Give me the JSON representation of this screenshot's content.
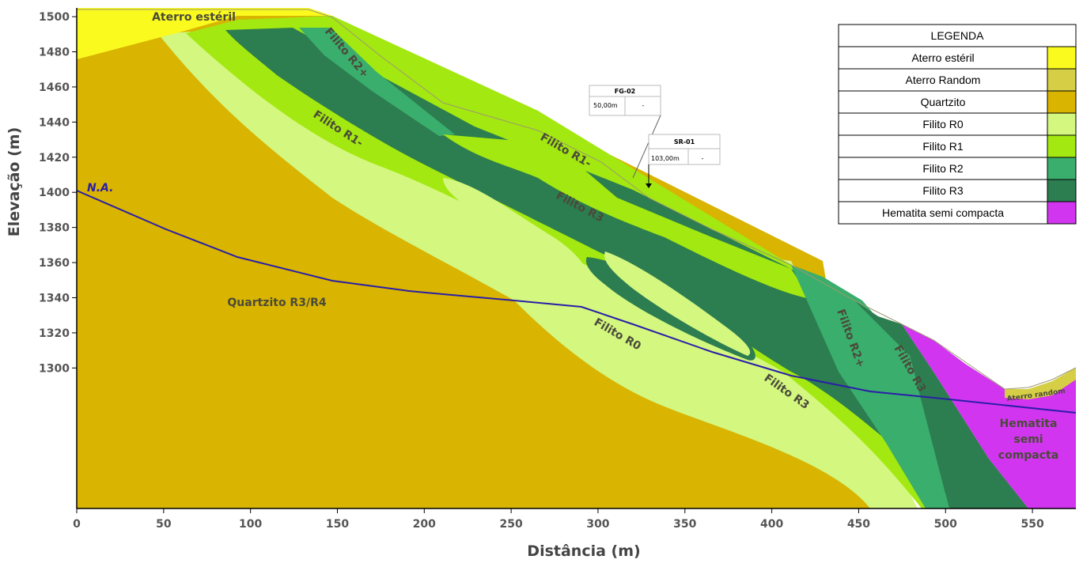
{
  "chart_data": {
    "type": "diagram",
    "title": "",
    "xlabel": "Distância (m)",
    "ylabel": "Elevação (m)",
    "x_ticks": [
      "0",
      "50",
      "100",
      "150",
      "200",
      "250",
      "300",
      "350",
      "400",
      "450",
      "500",
      "550"
    ],
    "y_ticks": [
      "1500",
      "1480",
      "1460",
      "1440",
      "1420",
      "1400",
      "1380",
      "1360",
      "1340",
      "1320",
      "1300"
    ],
    "xlim": [
      0,
      575
    ],
    "ylim": [
      1220,
      1505
    ]
  },
  "water_table": {
    "label": "N.A."
  },
  "unit_labels": [
    {
      "id": "aterro-esteril",
      "text": "Aterro estéril"
    },
    {
      "id": "filito-r2-top",
      "text": "Filito R2+"
    },
    {
      "id": "filito-r1-left",
      "text": "Filito R1-"
    },
    {
      "id": "filito-r1-right",
      "text": "Filito R1-"
    },
    {
      "id": "filito-r3-center",
      "text": "Filito  R3"
    },
    {
      "id": "quartzito",
      "text": "Quartzito R3/R4"
    },
    {
      "id": "filito-r0",
      "text": "Filito R0"
    },
    {
      "id": "filito-r3-lower",
      "text": "Filito R3"
    },
    {
      "id": "filito-r2-right",
      "text": "Filito R2+"
    },
    {
      "id": "filito-r3-right",
      "text": "Filito R3"
    },
    {
      "id": "aterro-random",
      "text": "Aterro random"
    },
    {
      "id": "hematita-1",
      "text": "Hematita"
    },
    {
      "id": "hematita-2",
      "text": "semi"
    },
    {
      "id": "hematita-3",
      "text": "compacta"
    }
  ],
  "boreholes": [
    {
      "name": "FG-02",
      "depth": "50,00m",
      "mark": "-"
    },
    {
      "name": "SR-01",
      "depth": "103,00m",
      "mark": "-"
    }
  ],
  "legend": {
    "title": "LEGENDA",
    "items": [
      {
        "label": "Aterro estéril",
        "color": "#fafa1e"
      },
      {
        "label": "Aterro Random",
        "color": "#d6cf46"
      },
      {
        "label": "Quartzito",
        "color": "#d9b400"
      },
      {
        "label": "Filito R0",
        "color": "#d3f77f"
      },
      {
        "label": "Filito R1",
        "color": "#a3e810"
      },
      {
        "label": "Filito R2",
        "color": "#3aae6c"
      },
      {
        "label": "Filito R3",
        "color": "#2c7d50"
      },
      {
        "label": "Hematita semi compacta",
        "color": "#d235ef"
      }
    ]
  },
  "colors": {
    "aterro_esteril": "#fafa1e",
    "aterro_random": "#d6cf46",
    "quartzito": "#d9b400",
    "filito_r0": "#d3f77f",
    "filito_r1": "#a3e810",
    "filito_r2": "#3aae6c",
    "filito_r3": "#2c7d50",
    "hematita": "#d235ef",
    "water_table": "#2a1ea8"
  }
}
